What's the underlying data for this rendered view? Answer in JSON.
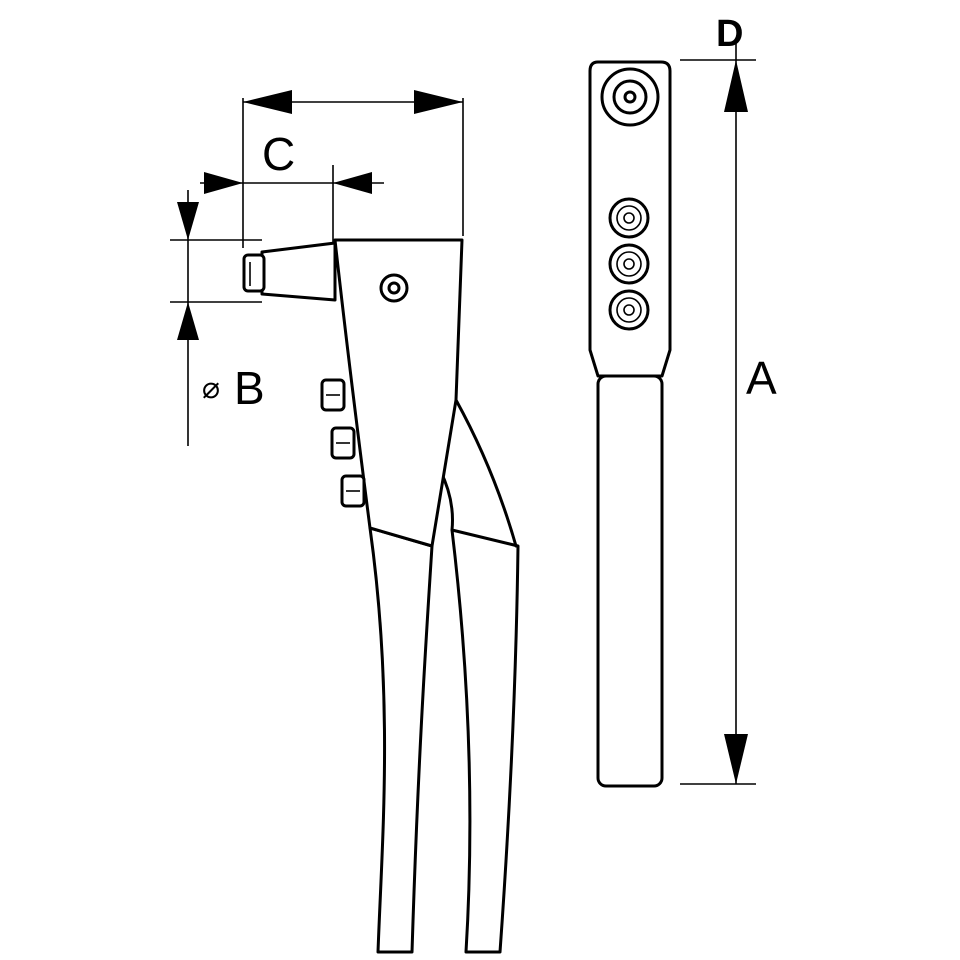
{
  "labels": {
    "a": "A",
    "b": "B",
    "b_symbol": "⌀",
    "c": "C",
    "d": "D"
  },
  "colors": {
    "stroke": "#000000",
    "background": "#ffffff"
  }
}
